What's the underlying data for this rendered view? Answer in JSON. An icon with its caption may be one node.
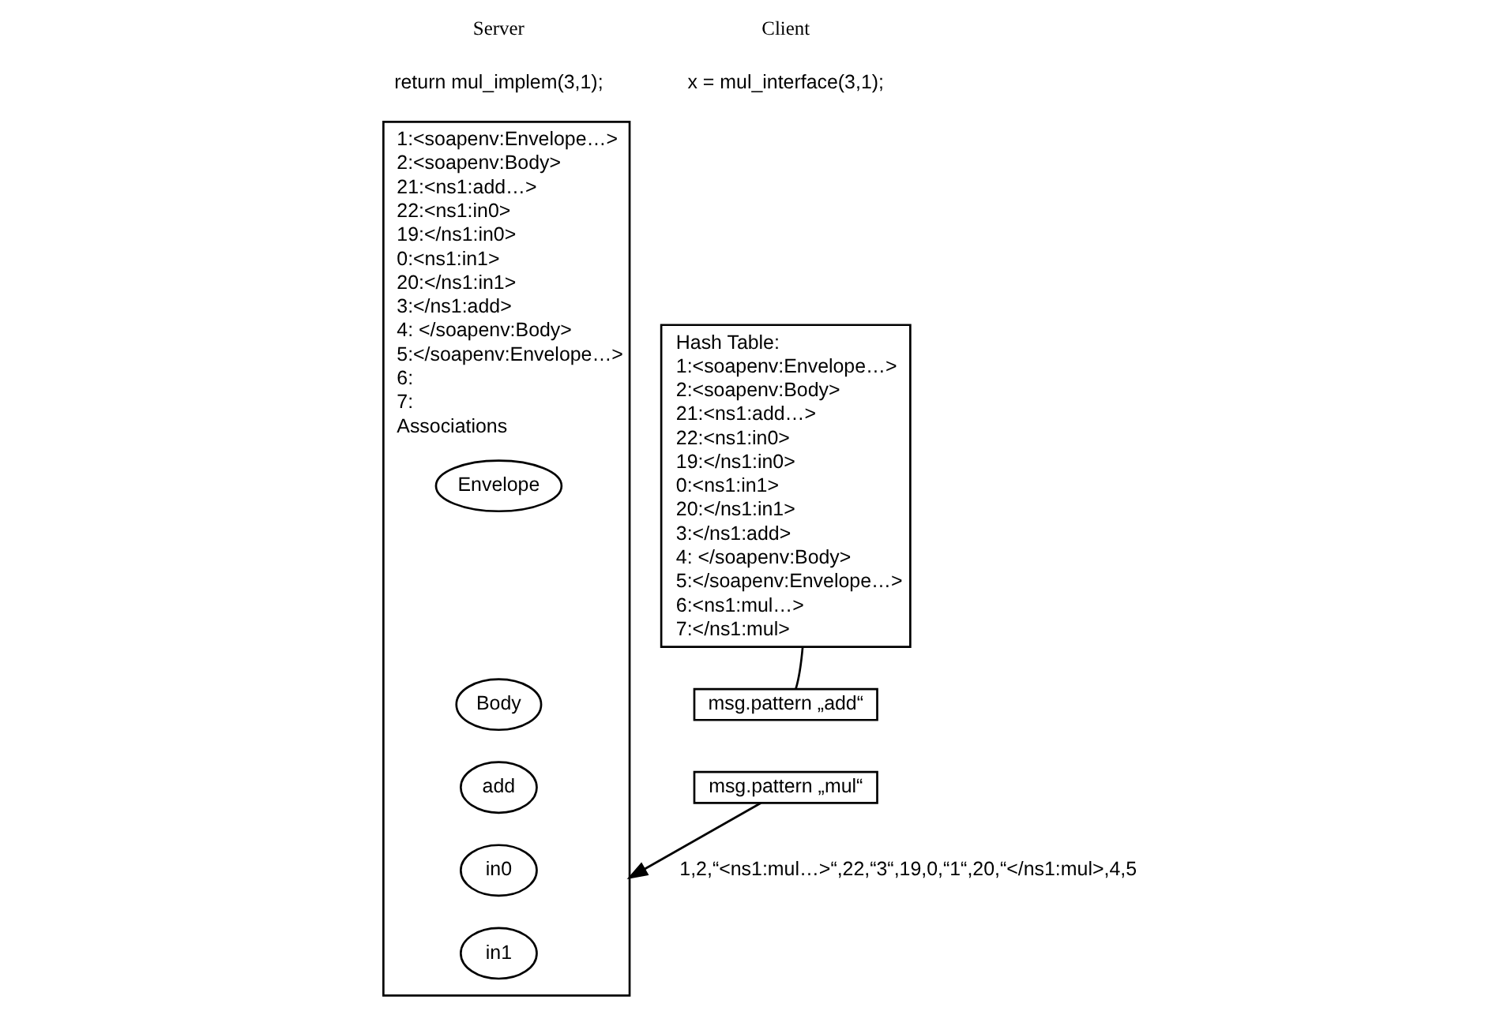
{
  "diagram": {
    "nodes": [
      {
        "text": [
          "Hash Table:",
          "1:<soapenv:Envelope…>",
          "2:<soapenv:Body>",
          "21:<ns1:add…>",
          "22:<ns1:in0>",
          "19:</ns1:in0>",
          "0:<ns1:in1>",
          "20:</ns1:in1>",
          "3:</ns1:add>",
          "4: </soapenv:Body>",
          "5:</soapenv:Envelope…>",
          "6:<ns1:mul…>",
          "7:</ns1:mul>"
        ],
        "beside": [
          "Client",
          "x = mul_interface(3,1);"
        ]
      },
      {
        "text": [
          "msg.pattern „add“"
        ]
      },
      {
        "text": [
          "msg.pattern „mul“"
        ]
      },
      {
        "text": [
          "1:<soapenv:Envelope…>",
          "2:<soapenv:Body>",
          "21:<ns1:add…>",
          "22:<ns1:in0>",
          "19:</ns1:in0>",
          "0:<ns1:in1>",
          "20:</ns1:in1>",
          "3:</ns1:add>",
          "4: </soapenv:Body>",
          "5:</soapenv:Envelope…>",
          "6:",
          "7:",
          "Associations"
        ],
        "beside": [
          "Server",
          "return mul_implem(3,1);"
        ]
      },
      {
        "text": [
          "Envelope"
        ],
        "in": 3
      },
      {
        "text": [
          "Body"
        ],
        "in": 3
      },
      {
        "text": [
          "add"
        ],
        "in": 3
      },
      {
        "text": [
          "in0"
        ],
        "in": 3
      },
      {
        "text": [
          "in1"
        ],
        "in": 3
      }
    ],
    "edges": [
      {
        "from": 0,
        "to": 1,
        "arrow": "none"
      },
      {
        "from": 2,
        "to": 3,
        "arrow": "to",
        "label": "1,2,“<ns1:mul…>“,22,“3“,19,0,“1“,20,“</ns1:mul>,4,5"
      }
    ]
  }
}
